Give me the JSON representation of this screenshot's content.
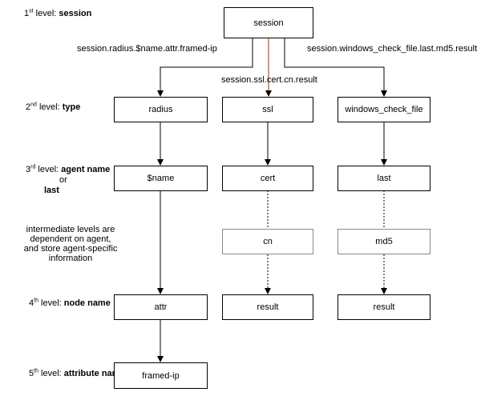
{
  "levels": {
    "l1": {
      "ordinal": "1",
      "suffix": "st",
      "text": " level: ",
      "bold": "session"
    },
    "l2": {
      "ordinal": "2",
      "suffix": "nd",
      "text": " level: ",
      "bold": "type"
    },
    "l3": {
      "ordinal": "3",
      "suffix": "rd",
      "text": " level: ",
      "bold": "agent name",
      "or": "or",
      "bold2": "last"
    },
    "l4": {
      "ordinal": "4",
      "suffix": "th",
      "text": " level: ",
      "bold": "node name"
    },
    "l5": {
      "ordinal": "5",
      "suffix": "th",
      "text": " level: ",
      "bold": "attribute name"
    }
  },
  "note": {
    "line1": "intermediate levels are",
    "line2": "dependent on agent,",
    "line3": "and store agent-specific",
    "line4": "information"
  },
  "nodes": {
    "session": "session",
    "radius": "radius",
    "ssl": "ssl",
    "windows_check_file": "windows_check_file",
    "name": "$name",
    "cert": "cert",
    "last": "last",
    "cn": "cn",
    "md5": "md5",
    "attr": "attr",
    "result_ssl": "result",
    "result_win": "result",
    "framed_ip": "framed-ip"
  },
  "paths": {
    "radius": "session.radius.$name.attr.framed-ip",
    "ssl": "session.ssl.cert.cn.result",
    "windows": "session.windows_check_file.last.md5.result"
  },
  "colors": {
    "line": "#000000",
    "ssl_line": "#8b3a1e",
    "light_border": "#8a8a8a"
  }
}
